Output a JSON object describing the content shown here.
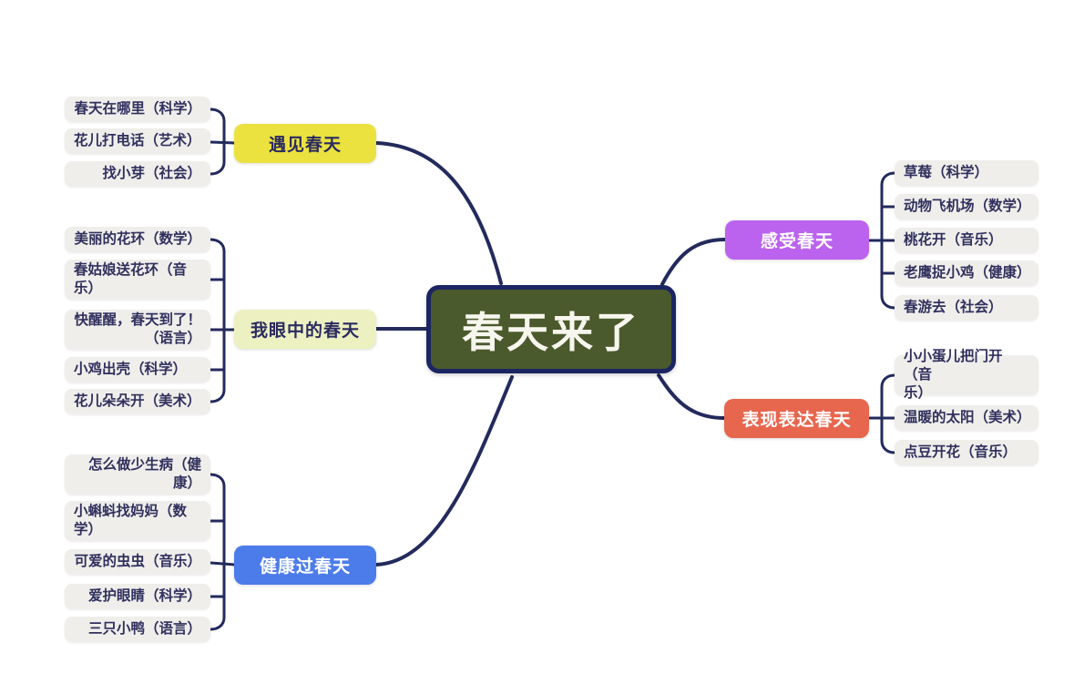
{
  "root": {
    "label": "春天来了",
    "bg": "#4a5a2c",
    "border": "#1c2563",
    "text": "#f7f6ee"
  },
  "branches": [
    {
      "label": "遇见春天",
      "bg": "#ebe23f",
      "text": "#2b2b60",
      "children": [
        {
          "label": "春天在哪里（科学）"
        },
        {
          "label": "花儿打电话（艺术）"
        },
        {
          "label": "找小芽（社会）"
        }
      ]
    },
    {
      "label": "我眼中的春天",
      "bg": "#edf1c1",
      "text": "#2b2b60",
      "children": [
        {
          "label": "美丽的花环（数学）"
        },
        {
          "label": "春姑娘送花环（音\n乐）"
        },
        {
          "label": "快醒醒，春天到了！\n（语言）"
        },
        {
          "label": "小鸡出壳（科学）"
        },
        {
          "label": "花儿朵朵开（美术）"
        }
      ]
    },
    {
      "label": "健康过春天",
      "bg": "#4c7cea",
      "text": "#ffffff",
      "children": [
        {
          "label": "怎么做少生病（健\n康）"
        },
        {
          "label": "小蝌蚪找妈妈（数\n学）"
        },
        {
          "label": "可爱的虫虫（音乐）"
        },
        {
          "label": "爱护眼睛（科学）"
        },
        {
          "label": "三只小鸭（语言）"
        }
      ]
    },
    {
      "label": "感受春天",
      "bg": "#bb63ee",
      "text": "#ffffff",
      "children": [
        {
          "label": "草莓（科学）"
        },
        {
          "label": "动物飞机场（数学）"
        },
        {
          "label": "桃花开（音乐）"
        },
        {
          "label": "老鹰捉小鸡（健康）"
        },
        {
          "label": "春游去（社会）"
        }
      ]
    },
    {
      "label": "表现表达春天",
      "bg": "#e7664e",
      "text": "#ffffff",
      "children": [
        {
          "label": "小小蛋儿把门开（音\n乐）"
        },
        {
          "label": "温暖的太阳（美术）"
        },
        {
          "label": "点豆开花（音乐）"
        }
      ]
    }
  ],
  "colors": {
    "connector": "#232a5c",
    "child_bg": "#efeeeb",
    "child_text": "#30305e",
    "background": "#ffffff"
  }
}
